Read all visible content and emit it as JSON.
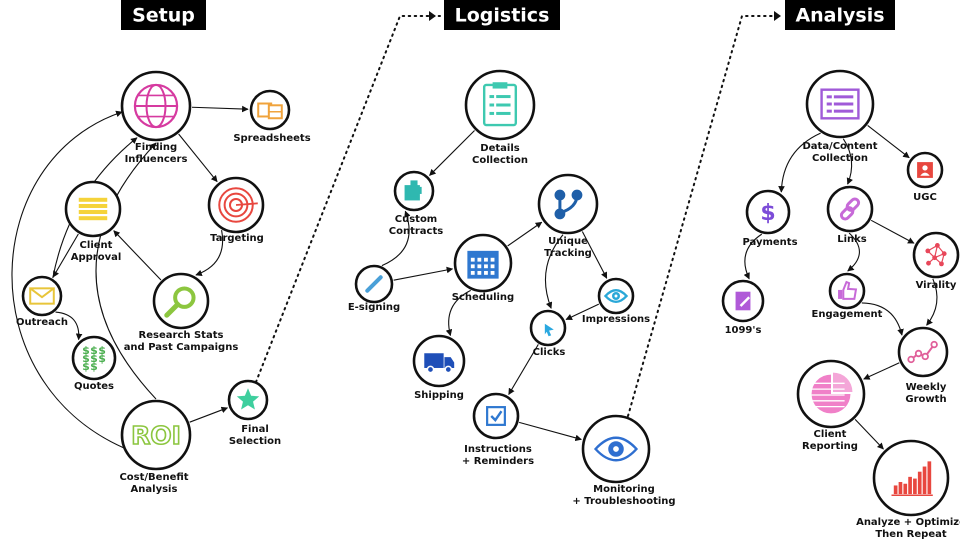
{
  "sections": [
    {
      "id": "setup",
      "title": "Setup"
    },
    {
      "id": "logistics",
      "title": "Logistics"
    },
    {
      "id": "analysis",
      "title": "Analysis"
    }
  ],
  "nodes": [
    {
      "id": "finding",
      "lines": [
        "Finding",
        "Influencers"
      ],
      "icon": "globe-icon",
      "color": "#d63aa0"
    },
    {
      "id": "spreadsheets",
      "lines": [
        "Spreadsheets"
      ],
      "icon": "spreadsheet-icon",
      "color": "#f0a33c"
    },
    {
      "id": "targeting",
      "lines": [
        "Targeting"
      ],
      "icon": "target-icon",
      "color": "#e8473f"
    },
    {
      "id": "client_approval",
      "lines": [
        "Client",
        "Approval"
      ],
      "icon": "list-icon",
      "color": "#f5d33a"
    },
    {
      "id": "outreach",
      "lines": [
        "Outreach"
      ],
      "icon": "envelope-icon",
      "color": "#e8c53a"
    },
    {
      "id": "research",
      "lines": [
        "Research Stats",
        "and Past Campaigns"
      ],
      "icon": "magnifier-icon",
      "color": "#8cc63f"
    },
    {
      "id": "quotes",
      "lines": [
        "Quotes"
      ],
      "icon": "dollar-grid-icon",
      "color": "#4caf50"
    },
    {
      "id": "roi",
      "lines": [
        "Cost/Benefit",
        "Analysis"
      ],
      "icon": "roi-icon",
      "color": "#8cc63f"
    },
    {
      "id": "final",
      "lines": [
        "Final",
        "Selection"
      ],
      "icon": "star-icon",
      "color": "#3ecf9e"
    },
    {
      "id": "details",
      "lines": [
        "Details",
        "Collection"
      ],
      "icon": "clipboard-icon",
      "color": "#3ec9b0"
    },
    {
      "id": "custom",
      "lines": [
        "Custom",
        "Contracts"
      ],
      "icon": "contract-icon",
      "color": "#2fb8b0"
    },
    {
      "id": "unique",
      "lines": [
        "Unique",
        "Tracking"
      ],
      "icon": "branch-icon",
      "color": "#1f5fa8"
    },
    {
      "id": "esigning",
      "lines": [
        "E-signing"
      ],
      "icon": "pen-icon",
      "color": "#4aa0d8"
    },
    {
      "id": "scheduling",
      "lines": [
        "Scheduling"
      ],
      "icon": "calendar-icon",
      "color": "#2f78d0"
    },
    {
      "id": "impressions",
      "lines": [
        "Impressions"
      ],
      "icon": "eye-icon",
      "color": "#2aa8d8"
    },
    {
      "id": "clicks",
      "lines": [
        "Clicks"
      ],
      "icon": "cursor-icon",
      "color": "#2aa8e0"
    },
    {
      "id": "shipping",
      "lines": [
        "Shipping"
      ],
      "icon": "truck-icon",
      "color": "#1f4fb8"
    },
    {
      "id": "instructions",
      "lines": [
        "Instructions",
        "+ Reminders"
      ],
      "icon": "checkbox-icon",
      "color": "#2f78d0"
    },
    {
      "id": "monitoring",
      "lines": [
        "Monitoring",
        "+ Troubleshooting"
      ],
      "icon": "eye-icon",
      "color": "#2f6fd0"
    },
    {
      "id": "datacontent",
      "lines": [
        "Data/Content",
        "Collection"
      ],
      "icon": "document-list-icon",
      "color": "#a05ad8"
    },
    {
      "id": "ugc",
      "lines": [
        "UGC"
      ],
      "icon": "photo-icon",
      "color": "#e8473f"
    },
    {
      "id": "payments",
      "lines": [
        "Payments"
      ],
      "icon": "dollar-icon",
      "color": "#7c4cd8"
    },
    {
      "id": "links",
      "lines": [
        "Links"
      ],
      "icon": "link-icon",
      "color": "#c76ad8"
    },
    {
      "id": "virality",
      "lines": [
        "Virality"
      ],
      "icon": "network-icon",
      "color": "#e8475a"
    },
    {
      "id": "form1099",
      "lines": [
        "1099's"
      ],
      "icon": "form-icon",
      "color": "#b05ad8"
    },
    {
      "id": "engagement",
      "lines": [
        "Engagement"
      ],
      "icon": "thumbs-up-icon",
      "color": "#c76ad8"
    },
    {
      "id": "weekly",
      "lines": [
        "Weekly",
        "Growth"
      ],
      "icon": "line-chart-icon",
      "color": "#e0609a"
    },
    {
      "id": "client_reporting",
      "lines": [
        "Client",
        "Reporting"
      ],
      "icon": "pie-chart-icon",
      "color": "#f080c8"
    },
    {
      "id": "analyze",
      "lines": [
        "Analyze + Optimize",
        "Then Repeat"
      ],
      "icon": "bar-chart-icon",
      "color": "#e8473f"
    }
  ]
}
